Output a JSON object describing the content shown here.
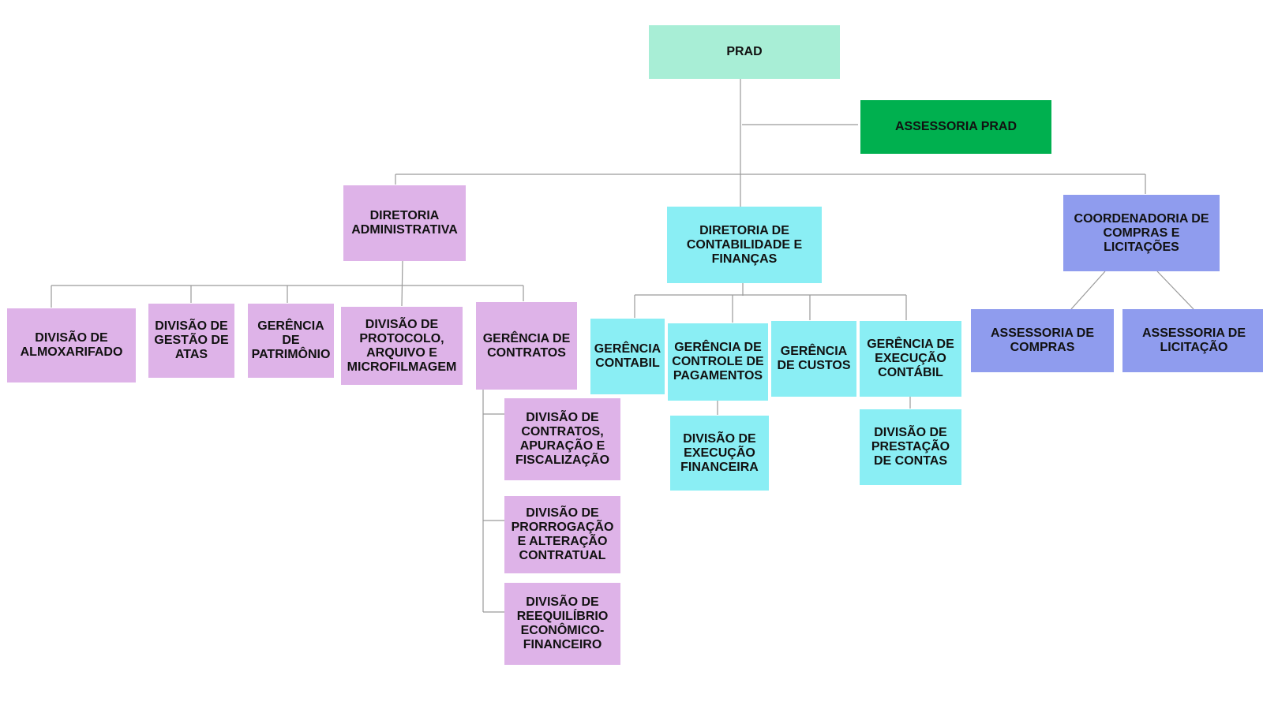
{
  "colors": {
    "root": "#a8eed6",
    "assessoria_prad": "#00b04f",
    "administrativa": "#deb3e8",
    "contabilidade": "#8aeef4",
    "compras": "#8f9cee",
    "connector": "#9a9a9a"
  },
  "nodes": {
    "prad": "PRAD",
    "assessoria_prad": "ASSESSORIA PRAD",
    "diretoria_administrativa": "DIRETORIA\nADMINISTRATIVA",
    "diretoria_contabilidade": "DIRETORIA DE\nCONTABILIDADE E\nFINANÇAS",
    "coordenadoria_compras": "COORDENADORIA DE\nCOMPRAS E\nLICITAÇÕES",
    "divisao_almoxarifado": "DIVISÃO DE\nALMOXARIFADO",
    "divisao_gestao_atas": "DIVISÃO DE\nGESTÃO DE\nATAS",
    "gerencia_patrimonio": "GERÊNCIA\nDE\nPATRIMÔNIO",
    "divisao_protocolo": "DIVISÃO DE\nPROTOCOLO,\nARQUIVO E\nMICROFILMAGEM",
    "gerencia_contratos": "GERÊNCIA DE\nCONTRATOS",
    "divisao_contratos_apuracao": "DIVISÃO  DE\nCONTRATOS,\nAPURAÇÃO E\nFISCALIZAÇÃO",
    "divisao_prorrogacao": "DIVISÃO  DE\nPRORROGAÇÃO\nE ALTERAÇÃO\nCONTRATUAL",
    "divisao_reequilibrio": "DIVISÃO DE\nREEQUILÍBRIO\nECONÔMICO-\nFINANCEIRO",
    "gerencia_contabil": "GERÊNCIA\nCONTABIL",
    "gerencia_controle_pagamentos": "GERÊNCIA DE\nCONTROLE DE\nPAGAMENTOS",
    "gerencia_custos": "GERÊNCIA\nDE CUSTOS",
    "gerencia_execucao_contabil": "GERÊNCIA DE\nEXECUÇÃO\nCONTÁBIL",
    "divisao_execucao_financeira": "DIVISÃO DE\nEXECUÇÃO\nFINANCEIRA",
    "divisao_prestacao_contas": "DIVISÃO DE\nPRESTAÇÃO\nDE CONTAS",
    "assessoria_compras": "ASSESSORIA DE\nCOMPRAS",
    "assessoria_licitacao": "ASSESSORIA DE\nLICITAÇÃO"
  }
}
